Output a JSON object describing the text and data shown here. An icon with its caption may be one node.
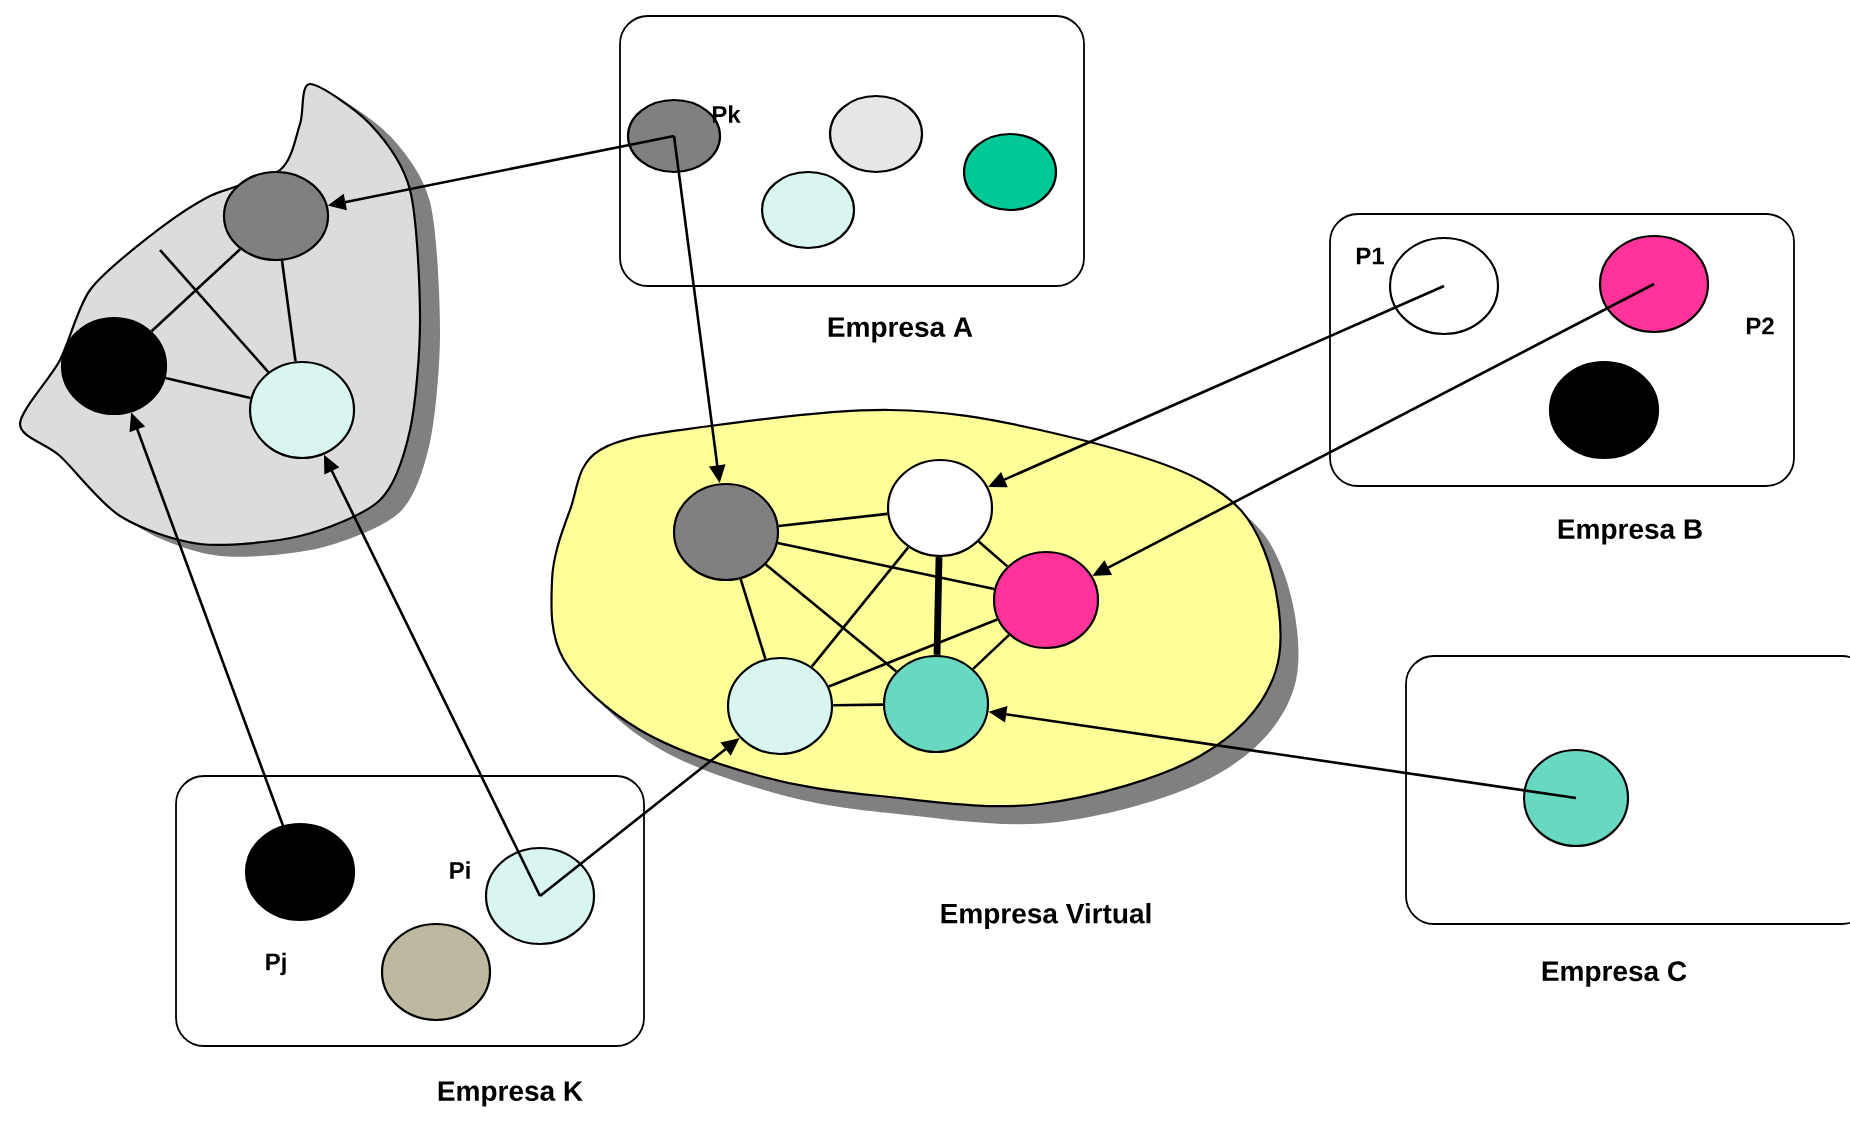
{
  "diagram": {
    "nodes": [
      {
        "text": [
          "Empresa A"
        ]
      },
      {
        "text": [],
        "shape": "circle",
        "in": 0,
        "beside": [
          "Pk"
        ]
      },
      {
        "text": [],
        "shape": "circle",
        "in": 0
      },
      {
        "text": [],
        "shape": "circle",
        "in": 0
      },
      {
        "text": [],
        "shape": "circle",
        "in": 0
      },
      {
        "text": [],
        "shape": "cloud"
      },
      {
        "text": [],
        "shape": "circle",
        "in": 5
      },
      {
        "text": [],
        "shape": "circle",
        "in": 5
      },
      {
        "text": [],
        "shape": "circle",
        "in": 5
      },
      {
        "text": [
          "Empresa B"
        ]
      },
      {
        "text": [],
        "shape": "circle",
        "in": 9,
        "beside": [
          "P1"
        ]
      },
      {
        "text": [],
        "shape": "circle",
        "in": 9,
        "beside": [
          "P2"
        ]
      },
      {
        "text": [],
        "shape": "circle",
        "in": 9
      },
      {
        "text": [
          "Empresa Virtual"
        ]
      },
      {
        "text": [],
        "shape": "circle",
        "in": 13
      },
      {
        "text": [],
        "shape": "circle",
        "in": 13
      },
      {
        "text": [],
        "shape": "circle",
        "in": 13
      },
      {
        "text": [],
        "shape": "circle",
        "in": 13
      },
      {
        "text": [],
        "shape": "circle",
        "in": 13
      },
      {
        "text": [
          "Empresa C"
        ]
      },
      {
        "text": [],
        "shape": "circle",
        "in": 19
      },
      {
        "text": [
          "Empresa K"
        ]
      },
      {
        "text": [],
        "shape": "circle",
        "in": 21,
        "beside": [
          "Pj"
        ]
      },
      {
        "text": [],
        "shape": "circle",
        "in": 21
      },
      {
        "text": [],
        "shape": "circle",
        "in": 21,
        "beside": [
          "Pi"
        ]
      }
    ],
    "edges": [
      {
        "from": 1,
        "to": 6,
        "arrow": "to"
      },
      {
        "from": 1,
        "to": 14,
        "arrow": "to"
      },
      {
        "from": 10,
        "to": 15,
        "arrow": "to"
      },
      {
        "from": 11,
        "to": 16,
        "arrow": "to"
      },
      {
        "from": 20,
        "to": 18,
        "arrow": "to"
      },
      {
        "from": 24,
        "to": 17,
        "arrow": "to"
      },
      {
        "from": 24,
        "to": 8,
        "arrow": "to"
      },
      {
        "from": 22,
        "to": 7,
        "arrow": "to"
      },
      {
        "from": 6,
        "to": 7,
        "arrow": "none"
      },
      {
        "from": 6,
        "to": 8,
        "arrow": "none"
      },
      {
        "from": 7,
        "to": 8,
        "arrow": "none"
      },
      {
        "from": null,
        "to": 8,
        "arrow": "none"
      },
      {
        "from": 14,
        "to": 15,
        "arrow": "none"
      },
      {
        "from": 14,
        "to": 16,
        "arrow": "none"
      },
      {
        "from": 14,
        "to": 18,
        "arrow": "none"
      },
      {
        "from": 14,
        "to": 17,
        "arrow": "none"
      },
      {
        "from": 15,
        "to": 17,
        "arrow": "none"
      },
      {
        "from": 15,
        "to": 18,
        "arrow": "none",
        "style": "thick"
      },
      {
        "from": 15,
        "to": 16,
        "arrow": "none"
      },
      {
        "from": 16,
        "to": 17,
        "arrow": "none"
      },
      {
        "from": 16,
        "to": 18,
        "arrow": "none"
      },
      {
        "from": 17,
        "to": 18,
        "arrow": "none"
      }
    ]
  }
}
